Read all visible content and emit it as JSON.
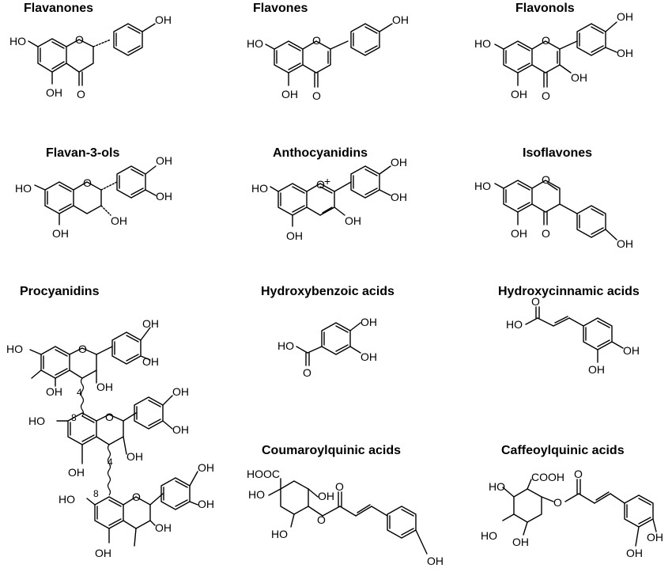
{
  "titles": {
    "flavanones": "Flavanones",
    "flavones": "Flavones",
    "flavonols": "Flavonols",
    "flavan3ols": "Flavan-3-ols",
    "anthocyanidins": "Anthocyanidins",
    "isoflavones": "Isoflavones",
    "procyanidins": "Procyanidins",
    "hydroxybenzoic": "Hydroxybenzoic acids",
    "hydroxycinnamic": "Hydroxycinnamic acids",
    "coumaroylquinic": "Coumaroylquinic acids",
    "caffeoylquinic": "Caffeoylquinic acids"
  },
  "atoms": {
    "oh": "OH",
    "ho": "HO",
    "o": "O",
    "plus": "+",
    "hoooc": "HOOC",
    "cooh": "COOH",
    "pos4": "4",
    "pos8": "8"
  }
}
